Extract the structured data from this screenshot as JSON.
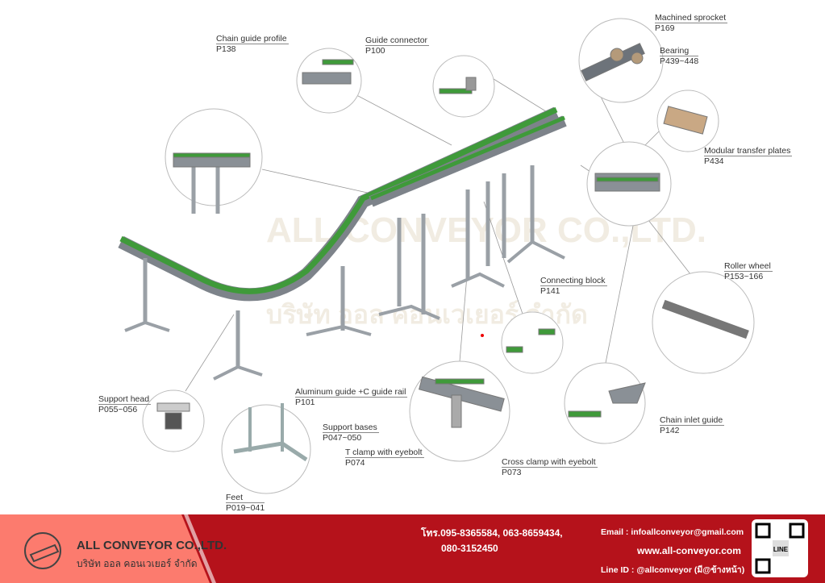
{
  "watermark": {
    "line1": "ALL CONVEYOR CO.,LTD.",
    "line2": "บริษัท ออล คอนเวเยอร์ จำกัด"
  },
  "callouts": [
    {
      "name": "Chain guide profile",
      "page": "P138"
    },
    {
      "name": "Guide connector",
      "page": "P100"
    },
    {
      "name": "Machined sprocket",
      "page": "P169"
    },
    {
      "name": "Bearing",
      "page": "P439~448"
    },
    {
      "name": "Modular transfer plates",
      "page": "P434"
    },
    {
      "name": "Connecting block",
      "page": "P141"
    },
    {
      "name": "Roller wheel",
      "page": "P153~166"
    },
    {
      "name": "Support head",
      "page": "P055~056"
    },
    {
      "name": "Aluminum guide +C guide rail",
      "page": "P101"
    },
    {
      "name": "Support bases",
      "page": "P047~050"
    },
    {
      "name": "T clamp with eyebolt",
      "page": "P074"
    },
    {
      "name": "Cross clamp with eyebolt",
      "page": "P073"
    },
    {
      "name": "Chain inlet guide",
      "page": "P142"
    },
    {
      "name": "Feet",
      "page": "P019~041"
    }
  ],
  "footer": {
    "company_en": "ALL CONVEYOR CO.,LTD.",
    "company_th": "บริษัท ออล คอนเวเยอร์ จำกัด",
    "phone1": "โทร.095-8365584, 063-8659434,",
    "phone2": "080-3152450",
    "email": "Email : infoallconveyor@gmail.com",
    "website": "www.all-conveyor.com",
    "line_id": "Line ID : @allconveyor (มี@ข้างหน้า)",
    "qr_label": "LINE"
  },
  "colors": {
    "belt": "#3f9a3a",
    "frame": "#8a8f95",
    "footer_red": "#b5121b",
    "footer_salmon": "#fc7b6e"
  }
}
